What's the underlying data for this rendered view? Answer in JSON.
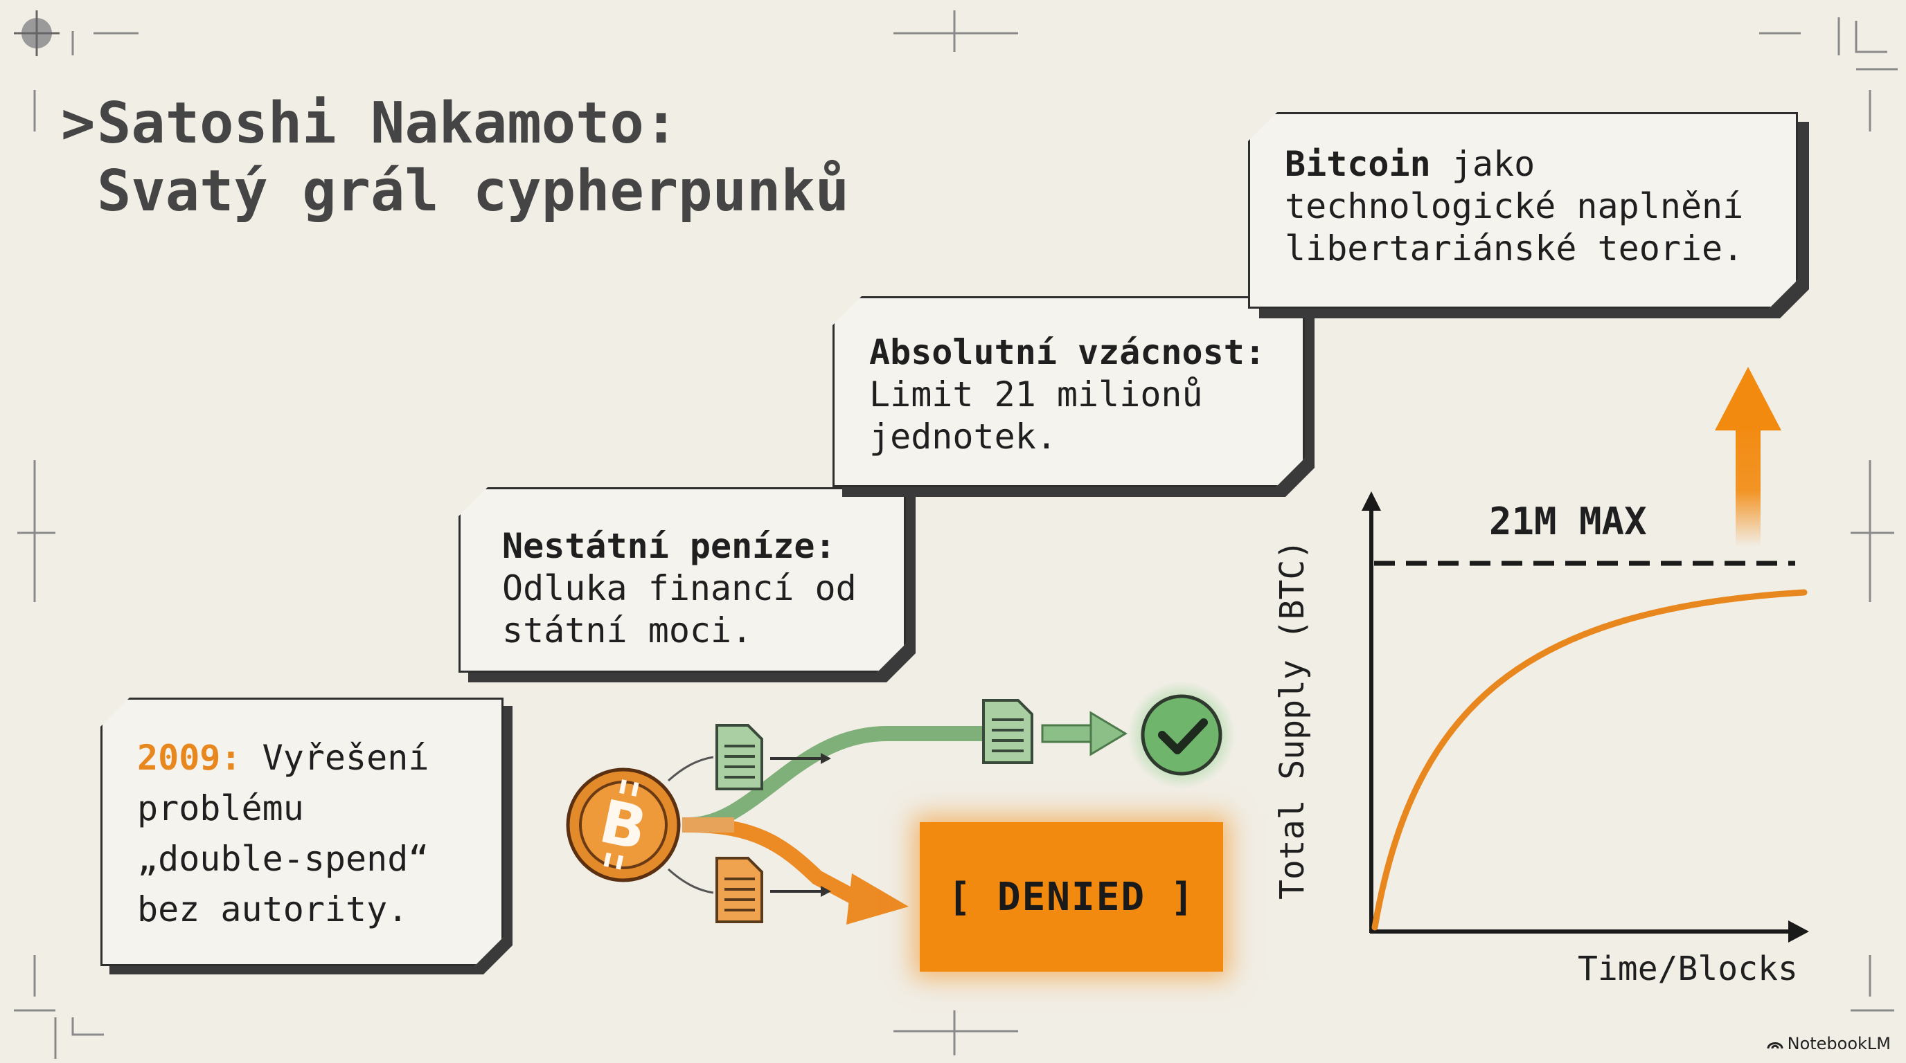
{
  "title": {
    "prompt": ">",
    "line1": "Satoshi Nakamoto:",
    "line2": "Svatý grál cypherpunků"
  },
  "steps": [
    {
      "head": "2009:",
      "line1_rest": " Vyřešení",
      "line2": "problému",
      "line3": "„double-spend“",
      "line4": "bez autority."
    },
    {
      "head": "Nestátní peníze:",
      "line2": "Odluka financí od",
      "line3": "státní moci."
    },
    {
      "head": "Absolutní vzácnost:",
      "line2": "Limit 21 milionů",
      "line3": "jednotek."
    },
    {
      "head": "Bitcoin",
      "line1_rest": " jako",
      "line2": "technologické naplnění",
      "line3": "libertariánské teorie."
    }
  ],
  "flow": {
    "denied_label": "[ DENIED ]",
    "icons": [
      "bitcoin-coin-icon",
      "document-icon",
      "checkmark-circle-icon"
    ]
  },
  "supply_chart": {
    "max_label": "21M MAX",
    "xlabel": "Time/Blocks",
    "ylabel": "Total Supply (BTC)"
  },
  "brand": {
    "name": "NotebookLM"
  },
  "colors": {
    "orange": "#f28a10",
    "green": "#7fb07a",
    "dark": "#2e2e2e",
    "background": "#f1eee6"
  }
}
